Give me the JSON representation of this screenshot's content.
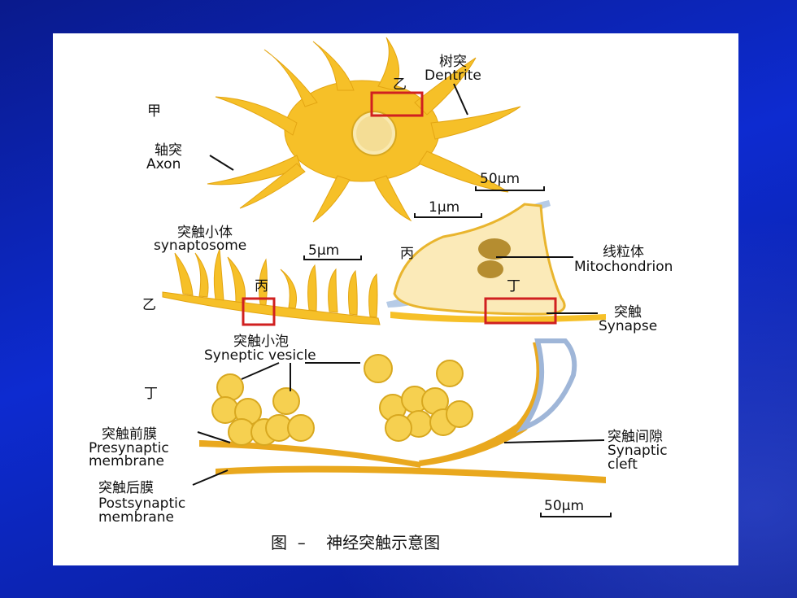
{
  "labels": {
    "jia": "甲",
    "yi_top": "乙",
    "dendrite_zh": "树突",
    "dendrite_en": "Dentrite",
    "axon_zh": "轴突",
    "axon_en": "Axon",
    "scale_50um_top": "50μm",
    "scale_1um": "1μm",
    "synaptosome_zh": "突触小体",
    "synaptosome_en": "synaptosome",
    "scale_5um": "5μm",
    "bing_mid": "丙",
    "bing_right": "丙",
    "yi_left": "乙",
    "ding_right": "丁",
    "mito_zh": "线粒体",
    "mito_en": "Mitochondrion",
    "synapse_zh": "突触",
    "synapse_en": "Synapse",
    "vesicle_zh": "突触小泡",
    "vesicle_en": "Syneptic vesicle",
    "ding_left": "丁",
    "pre_zh": "突触前膜",
    "pre_en1": "Presynaptic",
    "pre_en2": "membrane",
    "cleft_zh": "突触间隙",
    "cleft_en1": "Synaptic",
    "cleft_en2": "cleft",
    "post_zh": "突触后膜",
    "post_en1": "Postsynaptic",
    "post_en2": "membrane",
    "scale_50um_bottom": "50μm",
    "caption": "图  –    神经突触示意图"
  },
  "colors": {
    "neuron": "#f6c028",
    "neuron_dark": "#e0a010",
    "highlight_box": "#d02020",
    "membrane": "#e9a81e",
    "cleft_blue": "#9fb6d8"
  }
}
